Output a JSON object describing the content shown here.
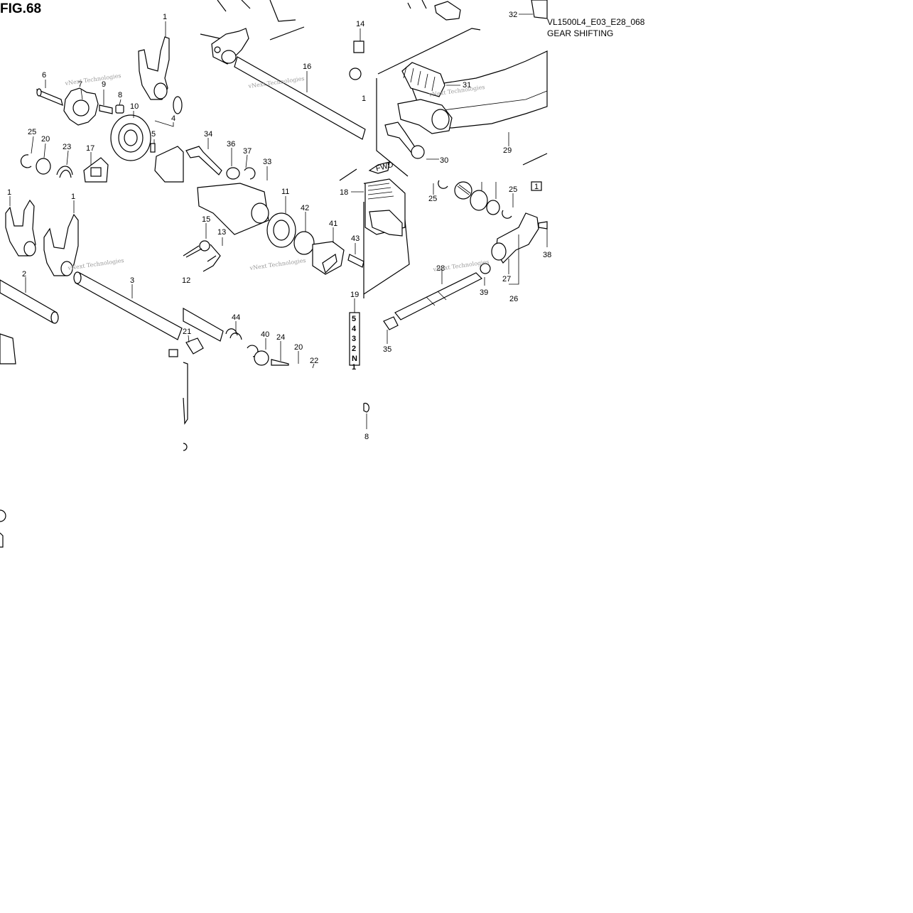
{
  "figure": {
    "title": "FIG.68",
    "code": "VL1500L4_E03_E28_068",
    "name": "GEAR SHIFTING",
    "watermark": "vNext Technologies"
  },
  "callouts": [
    {
      "id": "c1a",
      "label": "1"
    },
    {
      "id": "c6",
      "label": "6"
    },
    {
      "id": "c7",
      "label": "7"
    },
    {
      "id": "c9",
      "label": "9"
    },
    {
      "id": "c8a",
      "label": "8"
    },
    {
      "id": "c10",
      "label": "10"
    },
    {
      "id": "c4",
      "label": "4"
    },
    {
      "id": "c5",
      "label": "5"
    },
    {
      "id": "c25a",
      "label": "25"
    },
    {
      "id": "c20a",
      "label": "20"
    },
    {
      "id": "c23",
      "label": "23"
    },
    {
      "id": "c17",
      "label": "17"
    },
    {
      "id": "c1b",
      "label": "1"
    },
    {
      "id": "c1c",
      "label": "1"
    },
    {
      "id": "c2",
      "label": "2"
    },
    {
      "id": "c3",
      "label": "3"
    },
    {
      "id": "c16",
      "label": "16"
    },
    {
      "id": "c14",
      "label": "14"
    },
    {
      "id": "c34",
      "label": "34"
    },
    {
      "id": "c36",
      "label": "36"
    },
    {
      "id": "c37",
      "label": "37"
    },
    {
      "id": "c33",
      "label": "33"
    },
    {
      "id": "c11",
      "label": "11"
    },
    {
      "id": "c42",
      "label": "42"
    },
    {
      "id": "c41",
      "label": "41"
    },
    {
      "id": "c15",
      "label": "15"
    },
    {
      "id": "c13",
      "label": "13"
    },
    {
      "id": "c12",
      "label": "12"
    },
    {
      "id": "c43",
      "label": "43"
    },
    {
      "id": "c44",
      "label": "44"
    },
    {
      "id": "c40",
      "label": "40"
    },
    {
      "id": "c24",
      "label": "24"
    },
    {
      "id": "c20b",
      "label": "20"
    },
    {
      "id": "c21",
      "label": "21"
    },
    {
      "id": "c22",
      "label": "22"
    },
    {
      "id": "c18",
      "label": "18"
    },
    {
      "id": "c19",
      "label": "19"
    },
    {
      "id": "c32",
      "label": "32"
    },
    {
      "id": "c31",
      "label": "31"
    },
    {
      "id": "c30",
      "label": "30"
    },
    {
      "id": "c29",
      "label": "29"
    },
    {
      "id": "c25b",
      "label": "25"
    },
    {
      "id": "c25c",
      "label": "25"
    },
    {
      "id": "c28",
      "label": "28"
    },
    {
      "id": "c39",
      "label": "39"
    },
    {
      "id": "c27",
      "label": "27"
    },
    {
      "id": "c26",
      "label": "26"
    },
    {
      "id": "c35",
      "label": "35"
    },
    {
      "id": "c38",
      "label": "38"
    },
    {
      "id": "c8b",
      "label": "8"
    },
    {
      "id": "c1d",
      "label": "1"
    }
  ],
  "gear_sequence": [
    "5",
    "4",
    "3",
    "2",
    "N",
    "1"
  ],
  "arrow_label": "FWD"
}
